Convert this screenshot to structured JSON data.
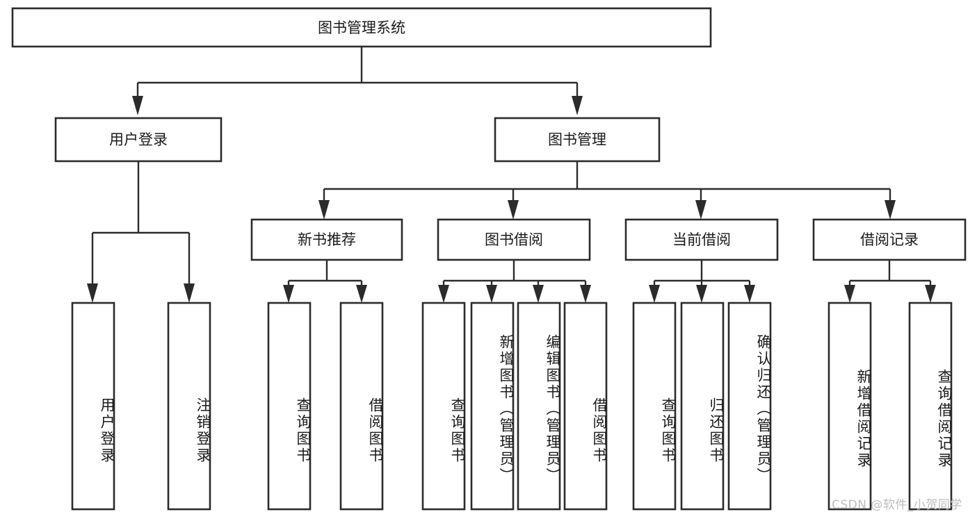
{
  "diagram": {
    "type": "tree-hierarchy-chart",
    "title_node": "图书管理系统",
    "watermark": "CSDN @软件_小贺同学",
    "colors": {
      "background": "#ffffff",
      "node_fill": "#ffffff",
      "node_stroke": "#2b2b2b",
      "connector": "#2b2b2b",
      "text": "#1a1a1a",
      "watermark": "#bdbdbd"
    },
    "levels": [
      {
        "level": 1,
        "nodes": [
          {
            "id": "root",
            "label": "图书管理系统",
            "orientation": "horizontal"
          }
        ]
      },
      {
        "level": 2,
        "nodes": [
          {
            "id": "user-login",
            "label": "用户登录",
            "orientation": "horizontal",
            "parent": "root"
          },
          {
            "id": "book-manage",
            "label": "图书管理",
            "orientation": "horizontal",
            "parent": "root"
          }
        ]
      },
      {
        "level": 3,
        "nodes": [
          {
            "id": "new-book-rec",
            "label": "新书推荐",
            "orientation": "horizontal",
            "parent": "book-manage"
          },
          {
            "id": "book-borrow",
            "label": "图书借阅",
            "orientation": "horizontal",
            "parent": "book-manage"
          },
          {
            "id": "current-borrow",
            "label": "当前借阅",
            "orientation": "horizontal",
            "parent": "book-manage"
          },
          {
            "id": "borrow-record",
            "label": "借阅记录",
            "orientation": "horizontal",
            "parent": "book-manage"
          }
        ]
      },
      {
        "level": 4,
        "nodes": [
          {
            "id": "leaf-user-login",
            "label": "用户登录",
            "orientation": "vertical",
            "parent": "user-login"
          },
          {
            "id": "leaf-logout",
            "label": "注销登录",
            "orientation": "vertical",
            "parent": "user-login"
          },
          {
            "id": "leaf-query-book-1",
            "label": "查询图书",
            "orientation": "vertical",
            "parent": "new-book-rec"
          },
          {
            "id": "leaf-borrow-book-1",
            "label": "借阅图书",
            "orientation": "vertical",
            "parent": "new-book-rec"
          },
          {
            "id": "leaf-query-book-2",
            "label": "查询图书",
            "orientation": "vertical",
            "parent": "book-borrow"
          },
          {
            "id": "leaf-add-book",
            "label": "新增图书（管理员）",
            "orientation": "vertical",
            "parent": "book-borrow"
          },
          {
            "id": "leaf-edit-book",
            "label": "编辑图书（管理员）",
            "orientation": "vertical",
            "parent": "book-borrow"
          },
          {
            "id": "leaf-borrow-book-2",
            "label": "借阅图书",
            "orientation": "vertical",
            "parent": "book-borrow"
          },
          {
            "id": "leaf-query-book-3",
            "label": "查询图书",
            "orientation": "vertical",
            "parent": "current-borrow"
          },
          {
            "id": "leaf-return-book",
            "label": "归还图书",
            "orientation": "vertical",
            "parent": "current-borrow"
          },
          {
            "id": "leaf-confirm-return",
            "label": "确认归还（管理员）",
            "orientation": "vertical",
            "parent": "current-borrow"
          },
          {
            "id": "leaf-add-record",
            "label": "新增借阅记录",
            "orientation": "vertical",
            "parent": "borrow-record"
          },
          {
            "id": "leaf-query-record",
            "label": "查询借阅记录",
            "orientation": "vertical",
            "parent": "borrow-record"
          }
        ]
      }
    ]
  }
}
